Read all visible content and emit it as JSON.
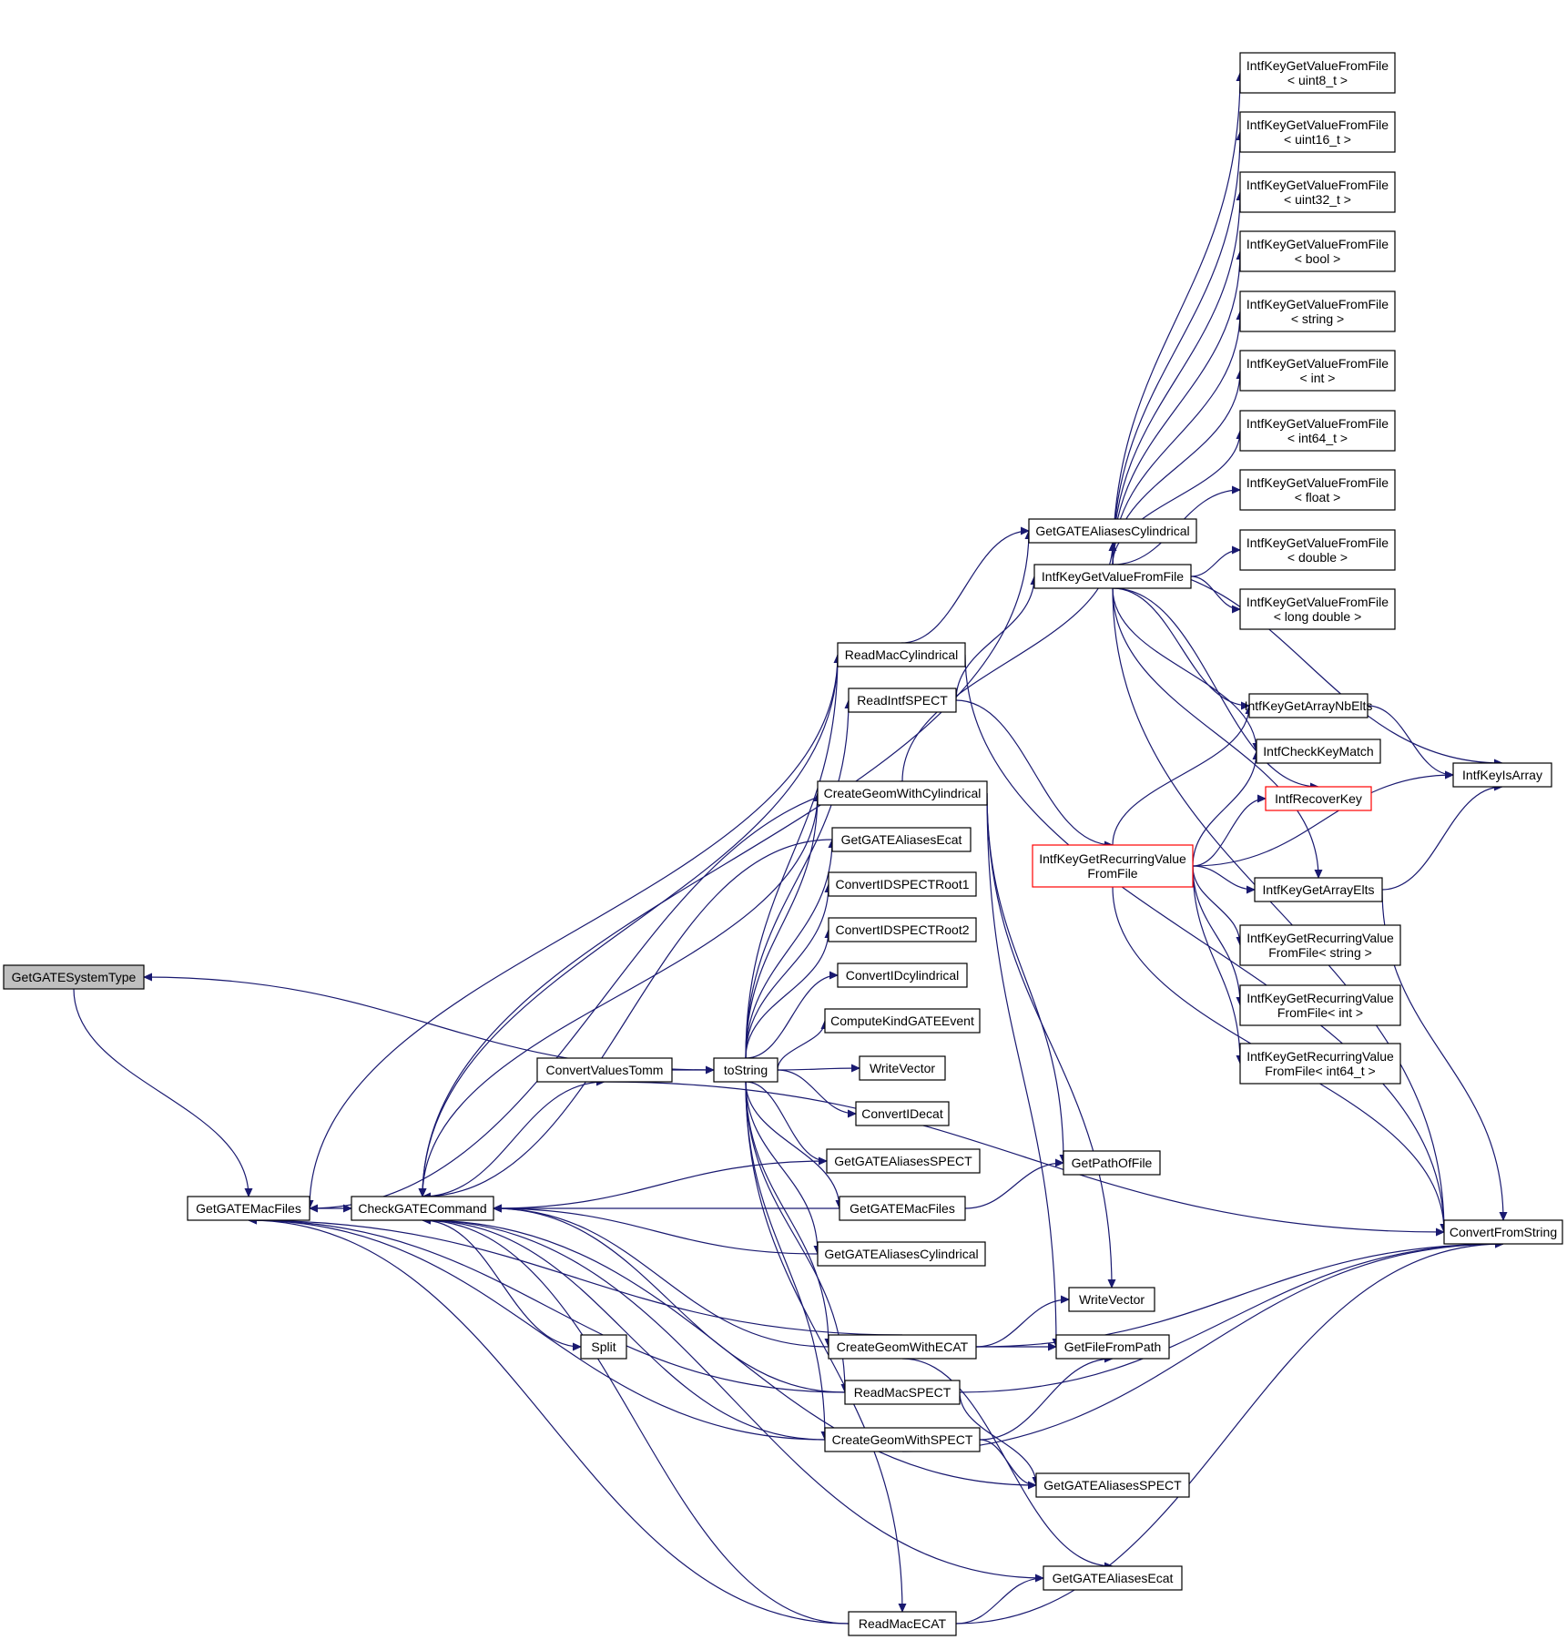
{
  "diagram": {
    "edge_color": "#191970",
    "node_border_color": "#000000",
    "highlight_border_color": "#ff0000",
    "root_fill_color": "#bfbfbf",
    "nodes": [
      {
        "id": "sys",
        "lines": [
          "GetGATESystemType"
        ],
        "style": "root"
      },
      {
        "id": "macl",
        "lines": [
          "GetGATEMacFiles"
        ]
      },
      {
        "id": "chk",
        "lines": [
          "CheckGATECommand"
        ]
      },
      {
        "id": "cvt",
        "lines": [
          "ConvertValuesTomm"
        ]
      },
      {
        "id": "split",
        "lines": [
          "Split"
        ]
      },
      {
        "id": "tos",
        "lines": [
          "toString"
        ]
      },
      {
        "id": "rmc",
        "lines": [
          "ReadMacCylindrical"
        ]
      },
      {
        "id": "rsp",
        "lines": [
          "ReadIntfSPECT"
        ]
      },
      {
        "id": "cgc",
        "lines": [
          "CreateGeomWithCylindrical"
        ]
      },
      {
        "id": "gae",
        "lines": [
          "GetGATEAliasesEcat"
        ]
      },
      {
        "id": "cid1",
        "lines": [
          "ConvertIDSPECTRoot1"
        ]
      },
      {
        "id": "cid2",
        "lines": [
          "ConvertIDSPECTRoot2"
        ]
      },
      {
        "id": "cidc",
        "lines": [
          "ConvertIDcylindrical"
        ]
      },
      {
        "id": "ckg",
        "lines": [
          "ComputeKindGATEEvent"
        ]
      },
      {
        "id": "wv1",
        "lines": [
          "WriteVector"
        ]
      },
      {
        "id": "cide",
        "lines": [
          "ConvertIDecat"
        ]
      },
      {
        "id": "gas1",
        "lines": [
          "GetGATEAliasesSPECT"
        ]
      },
      {
        "id": "gmf",
        "lines": [
          "GetGATEMacFiles"
        ]
      },
      {
        "id": "gac1",
        "lines": [
          "GetGATEAliasesCylindrical"
        ]
      },
      {
        "id": "cge",
        "lines": [
          "CreateGeomWithECAT"
        ]
      },
      {
        "id": "rms",
        "lines": [
          "ReadMacSPECT"
        ]
      },
      {
        "id": "cgs",
        "lines": [
          "CreateGeomWithSPECT"
        ]
      },
      {
        "id": "rme",
        "lines": [
          "ReadMacECAT"
        ]
      },
      {
        "id": "gac2",
        "lines": [
          "GetGATEAliasesCylindrical"
        ]
      },
      {
        "id": "ikv",
        "lines": [
          "IntfKeyGetValueFromFile"
        ]
      },
      {
        "id": "irv",
        "lines": [
          "IntfKeyGetRecurringValue",
          "FromFile"
        ],
        "style": "highlight"
      },
      {
        "id": "gpf",
        "lines": [
          "GetPathOfFile"
        ]
      },
      {
        "id": "wv2",
        "lines": [
          "WriteVector"
        ]
      },
      {
        "id": "gff",
        "lines": [
          "GetFileFromPath"
        ]
      },
      {
        "id": "gas2",
        "lines": [
          "GetGATEAliasesSPECT"
        ]
      },
      {
        "id": "gae2",
        "lines": [
          "GetGATEAliasesEcat"
        ]
      },
      {
        "id": "t1",
        "lines": [
          "IntfKeyGetValueFromFile",
          "< uint8_t >"
        ]
      },
      {
        "id": "t2",
        "lines": [
          "IntfKeyGetValueFromFile",
          "< uint16_t >"
        ]
      },
      {
        "id": "t3",
        "lines": [
          "IntfKeyGetValueFromFile",
          "< uint32_t >"
        ]
      },
      {
        "id": "t4",
        "lines": [
          "IntfKeyGetValueFromFile",
          "< bool >"
        ]
      },
      {
        "id": "t5",
        "lines": [
          "IntfKeyGetValueFromFile",
          "< string >"
        ]
      },
      {
        "id": "t6",
        "lines": [
          "IntfKeyGetValueFromFile",
          "< int >"
        ]
      },
      {
        "id": "t7",
        "lines": [
          "IntfKeyGetValueFromFile",
          "< int64_t >"
        ]
      },
      {
        "id": "t8",
        "lines": [
          "IntfKeyGetValueFromFile",
          "< float >"
        ]
      },
      {
        "id": "t9",
        "lines": [
          "IntfKeyGetValueFromFile",
          "< double >"
        ]
      },
      {
        "id": "t10",
        "lines": [
          "IntfKeyGetValueFromFile",
          "< long double >"
        ]
      },
      {
        "id": "nbe",
        "lines": [
          "IntfKeyGetArrayNbElts"
        ]
      },
      {
        "id": "ckm",
        "lines": [
          "IntfCheckKeyMatch"
        ]
      },
      {
        "id": "rck",
        "lines": [
          "IntfRecoverKey"
        ],
        "style": "highlight"
      },
      {
        "id": "gae3",
        "lines": [
          "IntfKeyGetArrayElts"
        ]
      },
      {
        "id": "rv1",
        "lines": [
          "IntfKeyGetRecurringValue",
          "FromFile< string >"
        ]
      },
      {
        "id": "rv2",
        "lines": [
          "IntfKeyGetRecurringValue",
          "FromFile< int >"
        ]
      },
      {
        "id": "rv3",
        "lines": [
          "IntfKeyGetRecurringValue",
          "FromFile< int64_t >"
        ]
      },
      {
        "id": "arr",
        "lines": [
          "IntfKeyIsArray"
        ]
      },
      {
        "id": "cfs",
        "lines": [
          "ConvertFromString"
        ]
      }
    ]
  }
}
